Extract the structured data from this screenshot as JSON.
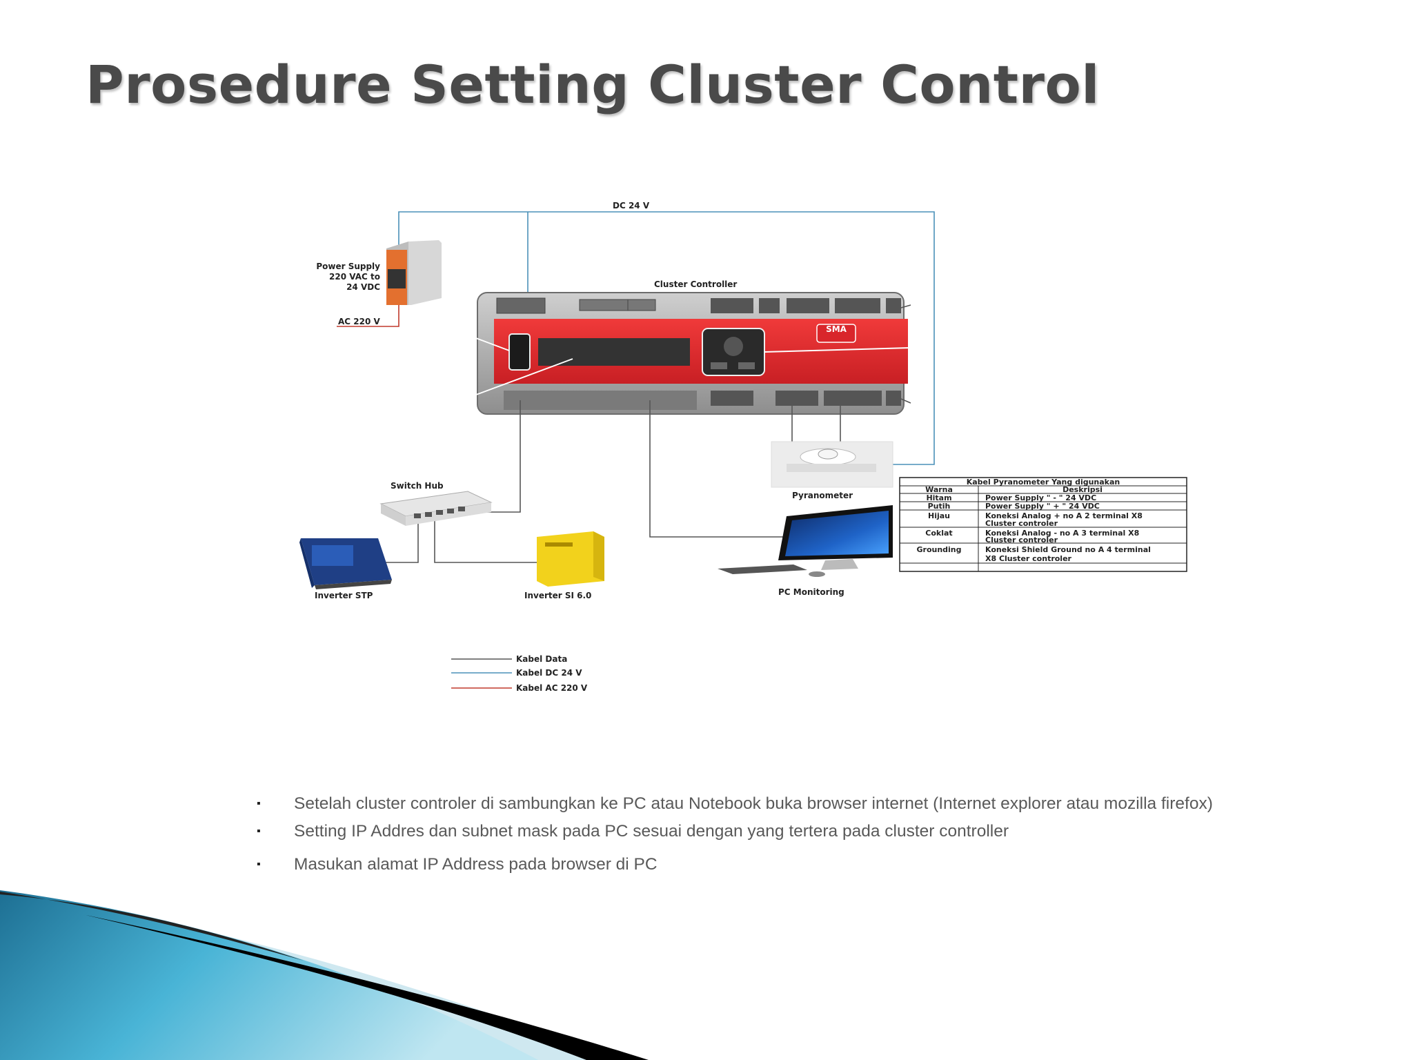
{
  "slide": {
    "title": "Prosedure Setting Cluster Control",
    "bullets": [
      "Setelah cluster controler di sambungkan ke PC atau Notebook buka browser internet (Internet explorer atau mozilla firefox)",
      "Setting IP Addres dan subnet mask pada PC sesuai dengan yang tertera pada cluster controller",
      "Masukan alamat IP Address pada browser di PC"
    ]
  },
  "diagram": {
    "dc_label": "DC 24 V",
    "power_supply": [
      "Power Supply",
      "220 VAC to",
      "24 VDC"
    ],
    "ac_label": "AC 220 V",
    "controller_label": "Cluster Controller",
    "controller_brand": "SMA",
    "switch_label": "Switch Hub",
    "pyranometer_label": "Pyranometer",
    "inverter_stp_label": "Inverter STP",
    "inverter_si_label": "Inverter SI 6.0",
    "pc_label": "PC Monitoring",
    "legend": [
      {
        "label": "Kabel Data",
        "color": "#555555"
      },
      {
        "label": "Kabel DC 24 V",
        "color": "#4a90b8"
      },
      {
        "label": "Kabel AC 220 V",
        "color": "#c0392b"
      }
    ],
    "table": {
      "title": "Kabel Pyranometer Yang digunakan",
      "headers": [
        "Warna",
        "Deskripsi"
      ],
      "rows": [
        [
          "Hitam",
          [
            "Power Supply \" - \" 24 VDC"
          ]
        ],
        [
          "Putih",
          [
            "Power Supply \" + \" 24 VDC"
          ]
        ],
        [
          "Hijau",
          [
            "Koneksi Analog + no A 2 terminal X8",
            "Cluster controler"
          ]
        ],
        [
          "Coklat",
          [
            "Koneksi Analog - no A 3 terminal X8",
            "Cluster controler"
          ]
        ],
        [
          "Grounding",
          [
            "Koneksi Shield Ground no A 4 terminal",
            "X8 Cluster controler"
          ]
        ]
      ]
    }
  },
  "colors": {
    "title": "#4a4a4a",
    "dc_cable": "#4a90b8",
    "ac_cable": "#c0392b",
    "data_cable": "#555555",
    "controller_red": "#e0262b",
    "wave_dark": "#000000",
    "wave_blue": "#2b8fb5"
  }
}
